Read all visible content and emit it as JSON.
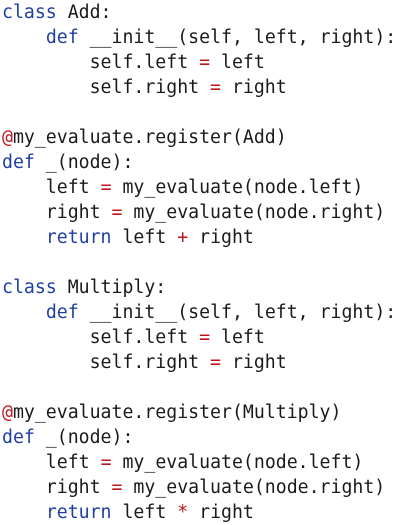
{
  "code": {
    "language": "python",
    "colors": {
      "keyword": "#1f3fa3",
      "operator": "#c0141c",
      "decorator_at": "#c0141c",
      "text": "#1a1a1a",
      "background": "#ffffff"
    },
    "lines": [
      [
        {
          "t": "kw",
          "v": "class"
        },
        {
          "t": "txt",
          "v": " Add:"
        }
      ],
      [
        {
          "t": "txt",
          "v": "    "
        },
        {
          "t": "kw",
          "v": "def"
        },
        {
          "t": "txt",
          "v": " __init__(self, left, right):"
        }
      ],
      [
        {
          "t": "txt",
          "v": "        self.left "
        },
        {
          "t": "op",
          "v": "="
        },
        {
          "t": "txt",
          "v": " left"
        }
      ],
      [
        {
          "t": "txt",
          "v": "        self.right "
        },
        {
          "t": "op",
          "v": "="
        },
        {
          "t": "txt",
          "v": " right"
        }
      ],
      [],
      [
        {
          "t": "dec",
          "v": "@"
        },
        {
          "t": "txt",
          "v": "my_evaluate.register(Add)"
        }
      ],
      [
        {
          "t": "kw",
          "v": "def"
        },
        {
          "t": "txt",
          "v": " _(node):"
        }
      ],
      [
        {
          "t": "txt",
          "v": "    left "
        },
        {
          "t": "op",
          "v": "="
        },
        {
          "t": "txt",
          "v": " my_evaluate(node.left)"
        }
      ],
      [
        {
          "t": "txt",
          "v": "    right "
        },
        {
          "t": "op",
          "v": "="
        },
        {
          "t": "txt",
          "v": " my_evaluate(node.right)"
        }
      ],
      [
        {
          "t": "txt",
          "v": "    "
        },
        {
          "t": "kw",
          "v": "return"
        },
        {
          "t": "txt",
          "v": " left "
        },
        {
          "t": "op",
          "v": "+"
        },
        {
          "t": "txt",
          "v": " right"
        }
      ],
      [],
      [
        {
          "t": "kw",
          "v": "class"
        },
        {
          "t": "txt",
          "v": " Multiply:"
        }
      ],
      [
        {
          "t": "txt",
          "v": "    "
        },
        {
          "t": "kw",
          "v": "def"
        },
        {
          "t": "txt",
          "v": " __init__(self, left, right):"
        }
      ],
      [
        {
          "t": "txt",
          "v": "        self.left "
        },
        {
          "t": "op",
          "v": "="
        },
        {
          "t": "txt",
          "v": " left"
        }
      ],
      [
        {
          "t": "txt",
          "v": "        self.right "
        },
        {
          "t": "op",
          "v": "="
        },
        {
          "t": "txt",
          "v": " right"
        }
      ],
      [],
      [
        {
          "t": "dec",
          "v": "@"
        },
        {
          "t": "txt",
          "v": "my_evaluate.register(Multiply)"
        }
      ],
      [
        {
          "t": "kw",
          "v": "def"
        },
        {
          "t": "txt",
          "v": " _(node):"
        }
      ],
      [
        {
          "t": "txt",
          "v": "    left "
        },
        {
          "t": "op",
          "v": "="
        },
        {
          "t": "txt",
          "v": " my_evaluate(node.left)"
        }
      ],
      [
        {
          "t": "txt",
          "v": "    right "
        },
        {
          "t": "op",
          "v": "="
        },
        {
          "t": "txt",
          "v": " my_evaluate(node.right)"
        }
      ],
      [
        {
          "t": "txt",
          "v": "    "
        },
        {
          "t": "kw",
          "v": "return"
        },
        {
          "t": "txt",
          "v": " left "
        },
        {
          "t": "op",
          "v": "*"
        },
        {
          "t": "txt",
          "v": " right"
        }
      ]
    ]
  }
}
